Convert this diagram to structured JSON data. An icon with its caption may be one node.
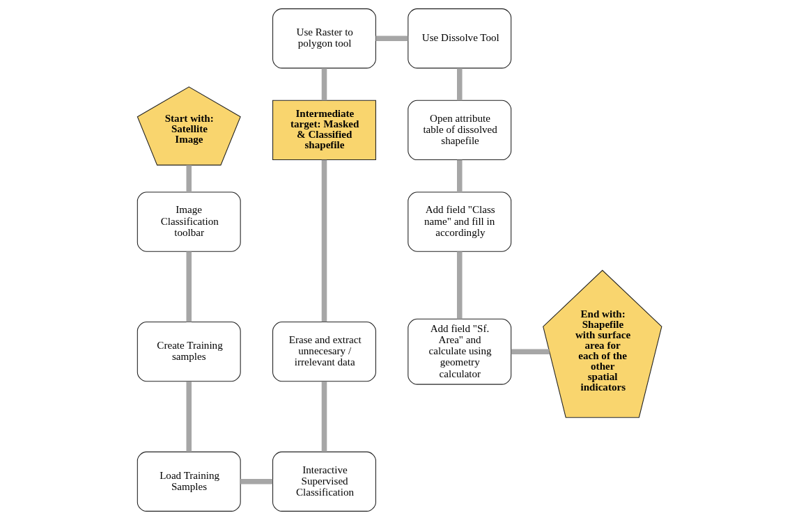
{
  "diagram": {
    "nodes": [
      {
        "text": [
          "Start with: Satellite Image"
        ]
      },
      {
        "text": [
          "Image Classification toolbar"
        ]
      },
      {
        "text": [
          "Create Training samples"
        ]
      },
      {
        "text": [
          "Load Training Samples"
        ]
      },
      {
        "text": [
          "Interactive Supervised Classification"
        ]
      },
      {
        "text": [
          "Erase and extract unnecesary / irrelevant data"
        ]
      },
      {
        "text": [
          "Intermediate target: Masked & Classified shapefile"
        ]
      },
      {
        "text": [
          "Use Raster to polygon tool"
        ]
      },
      {
        "text": [
          "Use Dissolve Tool"
        ]
      },
      {
        "text": [
          "Open attribute table of dissolved shapefile"
        ]
      },
      {
        "text": [
          "Add field \"Class name\" and fill in accordingly"
        ]
      },
      {
        "text": [
          "Add field \"Sf. Area\" and calculate using geometry calculator"
        ]
      },
      {
        "text": [
          "End with: Shapefile with surface area for each of the other spatial indicators"
        ]
      }
    ],
    "edges": [
      {
        "from": 0,
        "to": 1,
        "arrow": "none"
      },
      {
        "from": 1,
        "to": 2,
        "arrow": "none"
      },
      {
        "from": 2,
        "to": 3,
        "arrow": "none"
      },
      {
        "from": 3,
        "to": 4,
        "arrow": "none"
      },
      {
        "from": 4,
        "to": 5,
        "arrow": "none"
      },
      {
        "from": 5,
        "to": 6,
        "arrow": "none"
      },
      {
        "from": 6,
        "to": 7,
        "arrow": "none"
      },
      {
        "from": 7,
        "to": 8,
        "arrow": "none"
      },
      {
        "from": 8,
        "to": 9,
        "arrow": "none"
      },
      {
        "from": 9,
        "to": 10,
        "arrow": "none"
      },
      {
        "from": 10,
        "to": 11,
        "arrow": "none"
      },
      {
        "from": 11,
        "to": 12,
        "arrow": "none"
      }
    ]
  }
}
